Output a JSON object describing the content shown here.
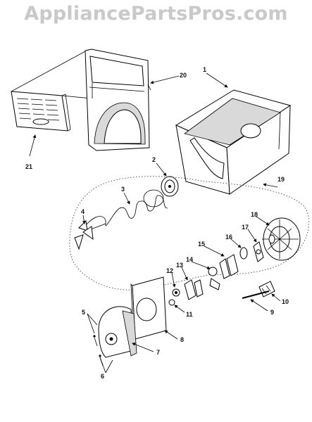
{
  "watermark": "AppliancePartsPros.com",
  "callouts": [
    {
      "id": "c1",
      "text": "1"
    },
    {
      "id": "c2",
      "text": "2"
    },
    {
      "id": "c3",
      "text": "3"
    },
    {
      "id": "c4",
      "text": "4"
    },
    {
      "id": "c5",
      "text": "5"
    },
    {
      "id": "c6",
      "text": "6"
    },
    {
      "id": "c7",
      "text": "7"
    },
    {
      "id": "c8",
      "text": "8"
    },
    {
      "id": "c9",
      "text": "9"
    },
    {
      "id": "c10",
      "text": "10"
    },
    {
      "id": "c11",
      "text": "11"
    },
    {
      "id": "c12",
      "text": "12"
    },
    {
      "id": "c13",
      "text": "13"
    },
    {
      "id": "c14",
      "text": "14"
    },
    {
      "id": "c15",
      "text": "15"
    },
    {
      "id": "c16",
      "text": "16"
    },
    {
      "id": "c17",
      "text": "17"
    },
    {
      "id": "c18",
      "text": "18"
    },
    {
      "id": "c19",
      "text": "19"
    },
    {
      "id": "c20",
      "text": "20"
    },
    {
      "id": "c21",
      "text": "21"
    }
  ],
  "colors": {
    "watermark": "#c9c9c9",
    "ink": "#000000",
    "shade": "#d9d9d9"
  }
}
